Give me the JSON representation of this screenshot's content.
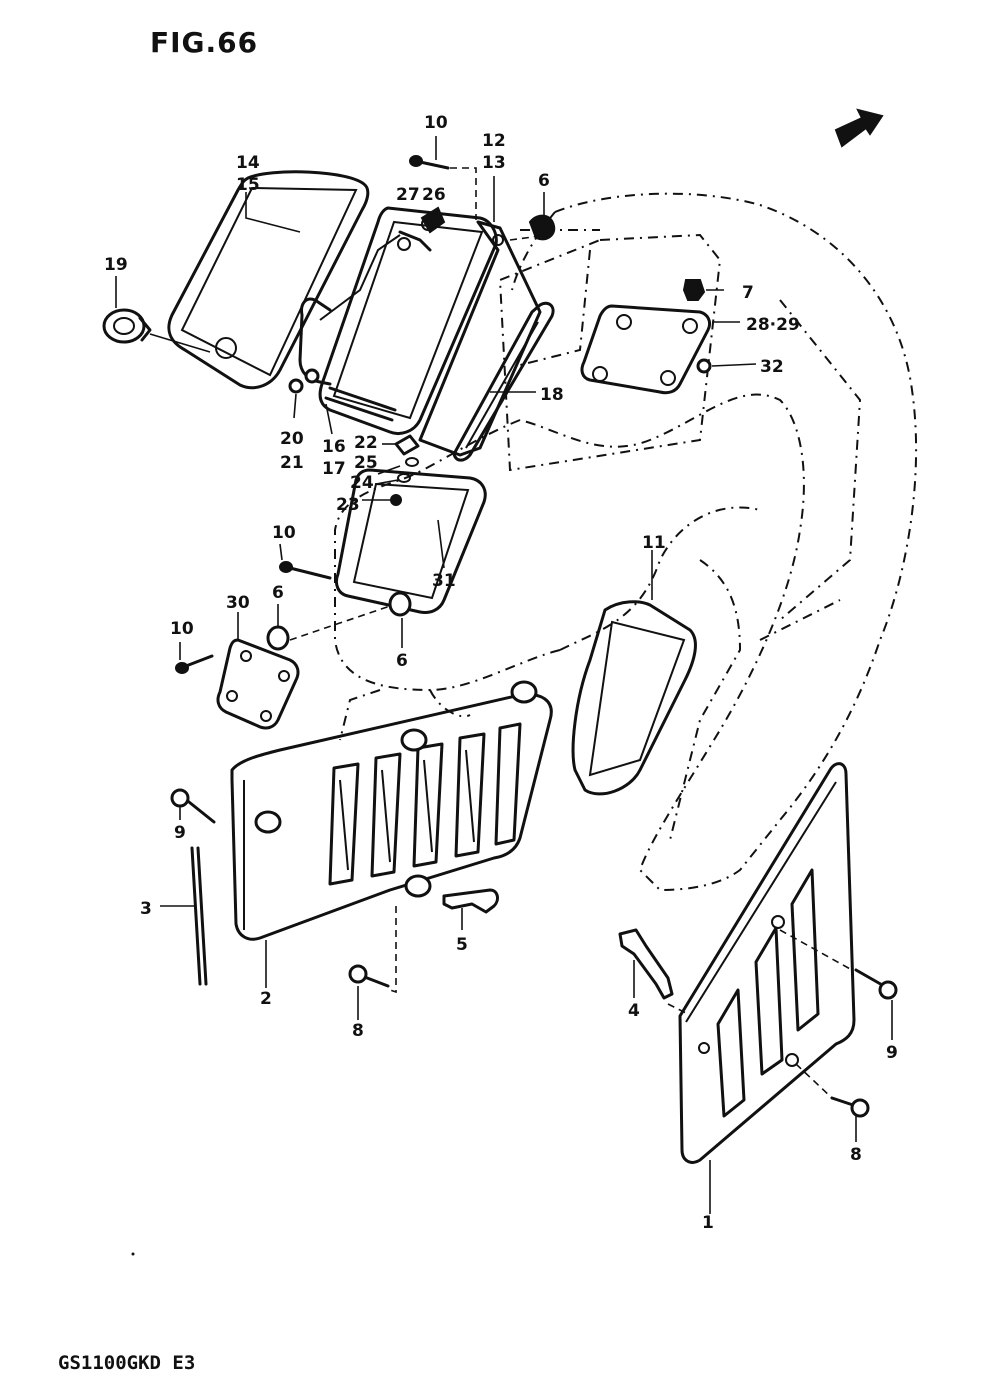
{
  "figure_title": "FIG.66",
  "model_code": "GS1100GKD E3",
  "callouts": {
    "p1": "1",
    "p2": "2",
    "p3": "3",
    "p4": "4",
    "p5": "5",
    "p6a": "6",
    "p6b": "6",
    "p6c": "6",
    "p7": "7",
    "p8a": "8",
    "p8b": "8",
    "p9a": "9",
    "p9b": "9",
    "p10a": "10",
    "p10b": "10",
    "p10c": "10",
    "p11": "11",
    "p12": "12",
    "p13": "13",
    "p14": "14",
    "p15": "15",
    "p16": "16",
    "p17": "17",
    "p18": "18",
    "p19": "19",
    "p20": "20",
    "p21": "21",
    "p22": "22",
    "p23": "23",
    "p24": "24",
    "p25": "25",
    "p26": "26",
    "p27": "27",
    "p2829": "28·29",
    "p30": "30",
    "p31": "31",
    "p32": "32"
  }
}
